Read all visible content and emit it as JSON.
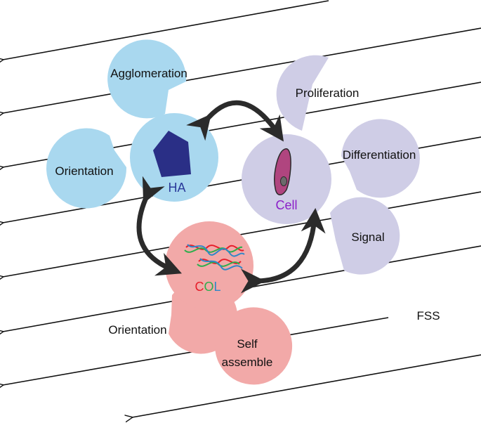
{
  "colors": {
    "ha_blue": "#a9d8ef",
    "cell_lavender": "#cfcde6",
    "col_pink": "#f2a9a8",
    "pentagon_navy": "#2a2f86",
    "cell_body": "#b0457f",
    "cell_nucleus": "#6b6b6b",
    "cell_label": "#8b1fc8",
    "ha_label": "#2b3a9a",
    "col_label_red": "#e61e2a",
    "col_label_green": "#2eae4c",
    "col_label_blue": "#2f86c8",
    "arrow_dark": "#2b2b2b",
    "flow_line": "#111111"
  },
  "flow_label": "FSS",
  "centers": {
    "ha": "HA",
    "cell": "Cell",
    "col": {
      "c": "C",
      "o": "O",
      "l": "L"
    }
  },
  "ha_satellites": {
    "agglomeration": "Agglomeration",
    "orientation": "Orientation"
  },
  "cell_satellites": {
    "proliferation": "Proliferation",
    "differentiation": "Differentiation",
    "signal": "Signal"
  },
  "col_satellites": {
    "orientation": "Orientation",
    "self_assemble_line1": "Self",
    "self_assemble_line2": "assemble"
  },
  "icons": {
    "ha": "pentagon-crystal-icon",
    "cell": "cell-icon",
    "col": "collagen-helix-icon"
  }
}
